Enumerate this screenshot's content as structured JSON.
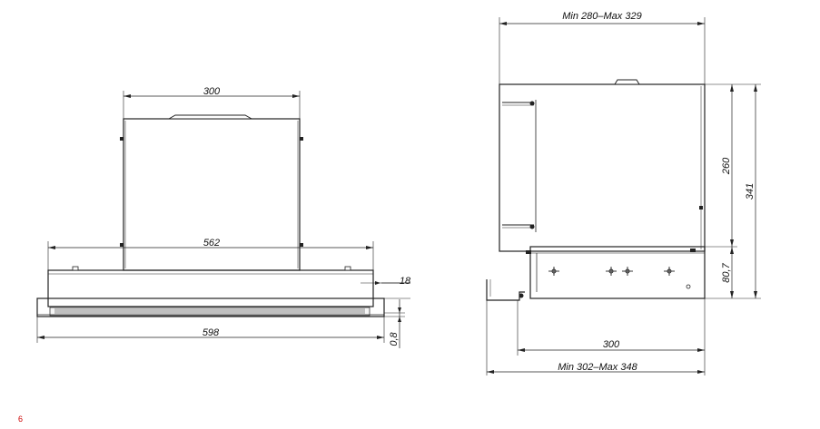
{
  "page_number": "6",
  "front_view": {
    "dim_width_chimney": "300",
    "dim_width_body": "562",
    "dim_width_total": "598",
    "dim_panel_height": "18",
    "dim_panel_offset": "0,8"
  },
  "side_view": {
    "dim_depth_range_top": "Min 280–Max 329",
    "dim_height_260": "260",
    "dim_height_341": "341",
    "dim_height_80_7": "80,7",
    "dim_depth_300": "300",
    "dim_depth_range_bottom": "Min 302–Max 348"
  }
}
